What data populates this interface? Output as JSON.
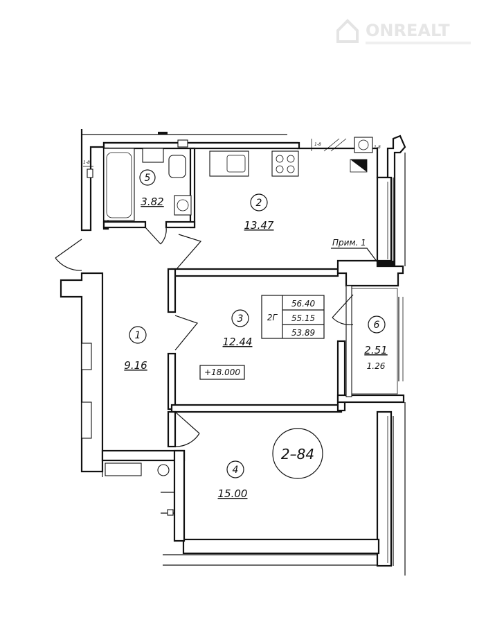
{
  "watermark": {
    "brand": "ONREALT",
    "tagline": ""
  },
  "rooms": [
    {
      "id": "1",
      "area": "9.16"
    },
    {
      "id": "2",
      "area": "13.47"
    },
    {
      "id": "3",
      "area": "12.44"
    },
    {
      "id": "4",
      "area": "15.00"
    },
    {
      "id": "5",
      "area": "3.82"
    },
    {
      "id": "6",
      "area": "2.51",
      "area_reduced": "1.26"
    }
  ],
  "summary": {
    "type": "2Г",
    "total_area": "56.40",
    "living_area": "55.15",
    "net_area": "53.89"
  },
  "note_label": "Прим. 1",
  "elevation": "+18.000",
  "apartment_number": "2–84",
  "axis_marks": {
    "left": "1-8",
    "top_a": "1-8",
    "top_b": "1-8"
  }
}
